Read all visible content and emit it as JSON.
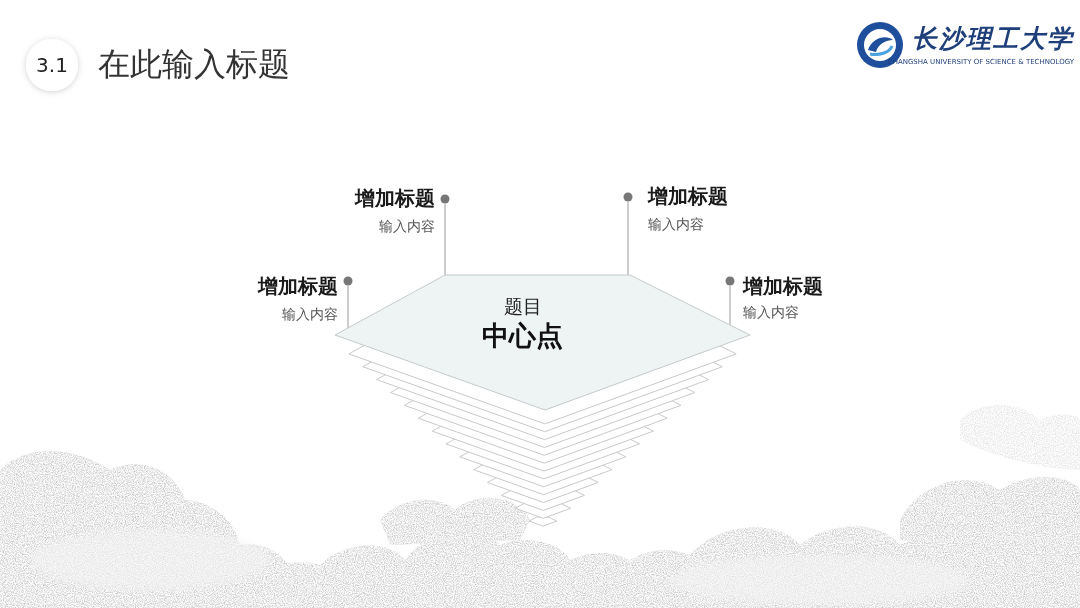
{
  "diagram": {
    "title": "在此输入标题",
    "nodes": [
      {
        "text": [
          "3.1"
        ]
      },
      {
        "text": [
          "题目",
          "中心点"
        ]
      }
    ],
    "labels": [
      "增加标题",
      "输入内容",
      "增加标题",
      "输入内容",
      "增加标题",
      "输入内容",
      "增加标题",
      "输入内容",
      "长沙理工大学",
      "CHANGSHA UNIVERSITY OF SCIENCE & TECHNOLOGY"
    ]
  }
}
